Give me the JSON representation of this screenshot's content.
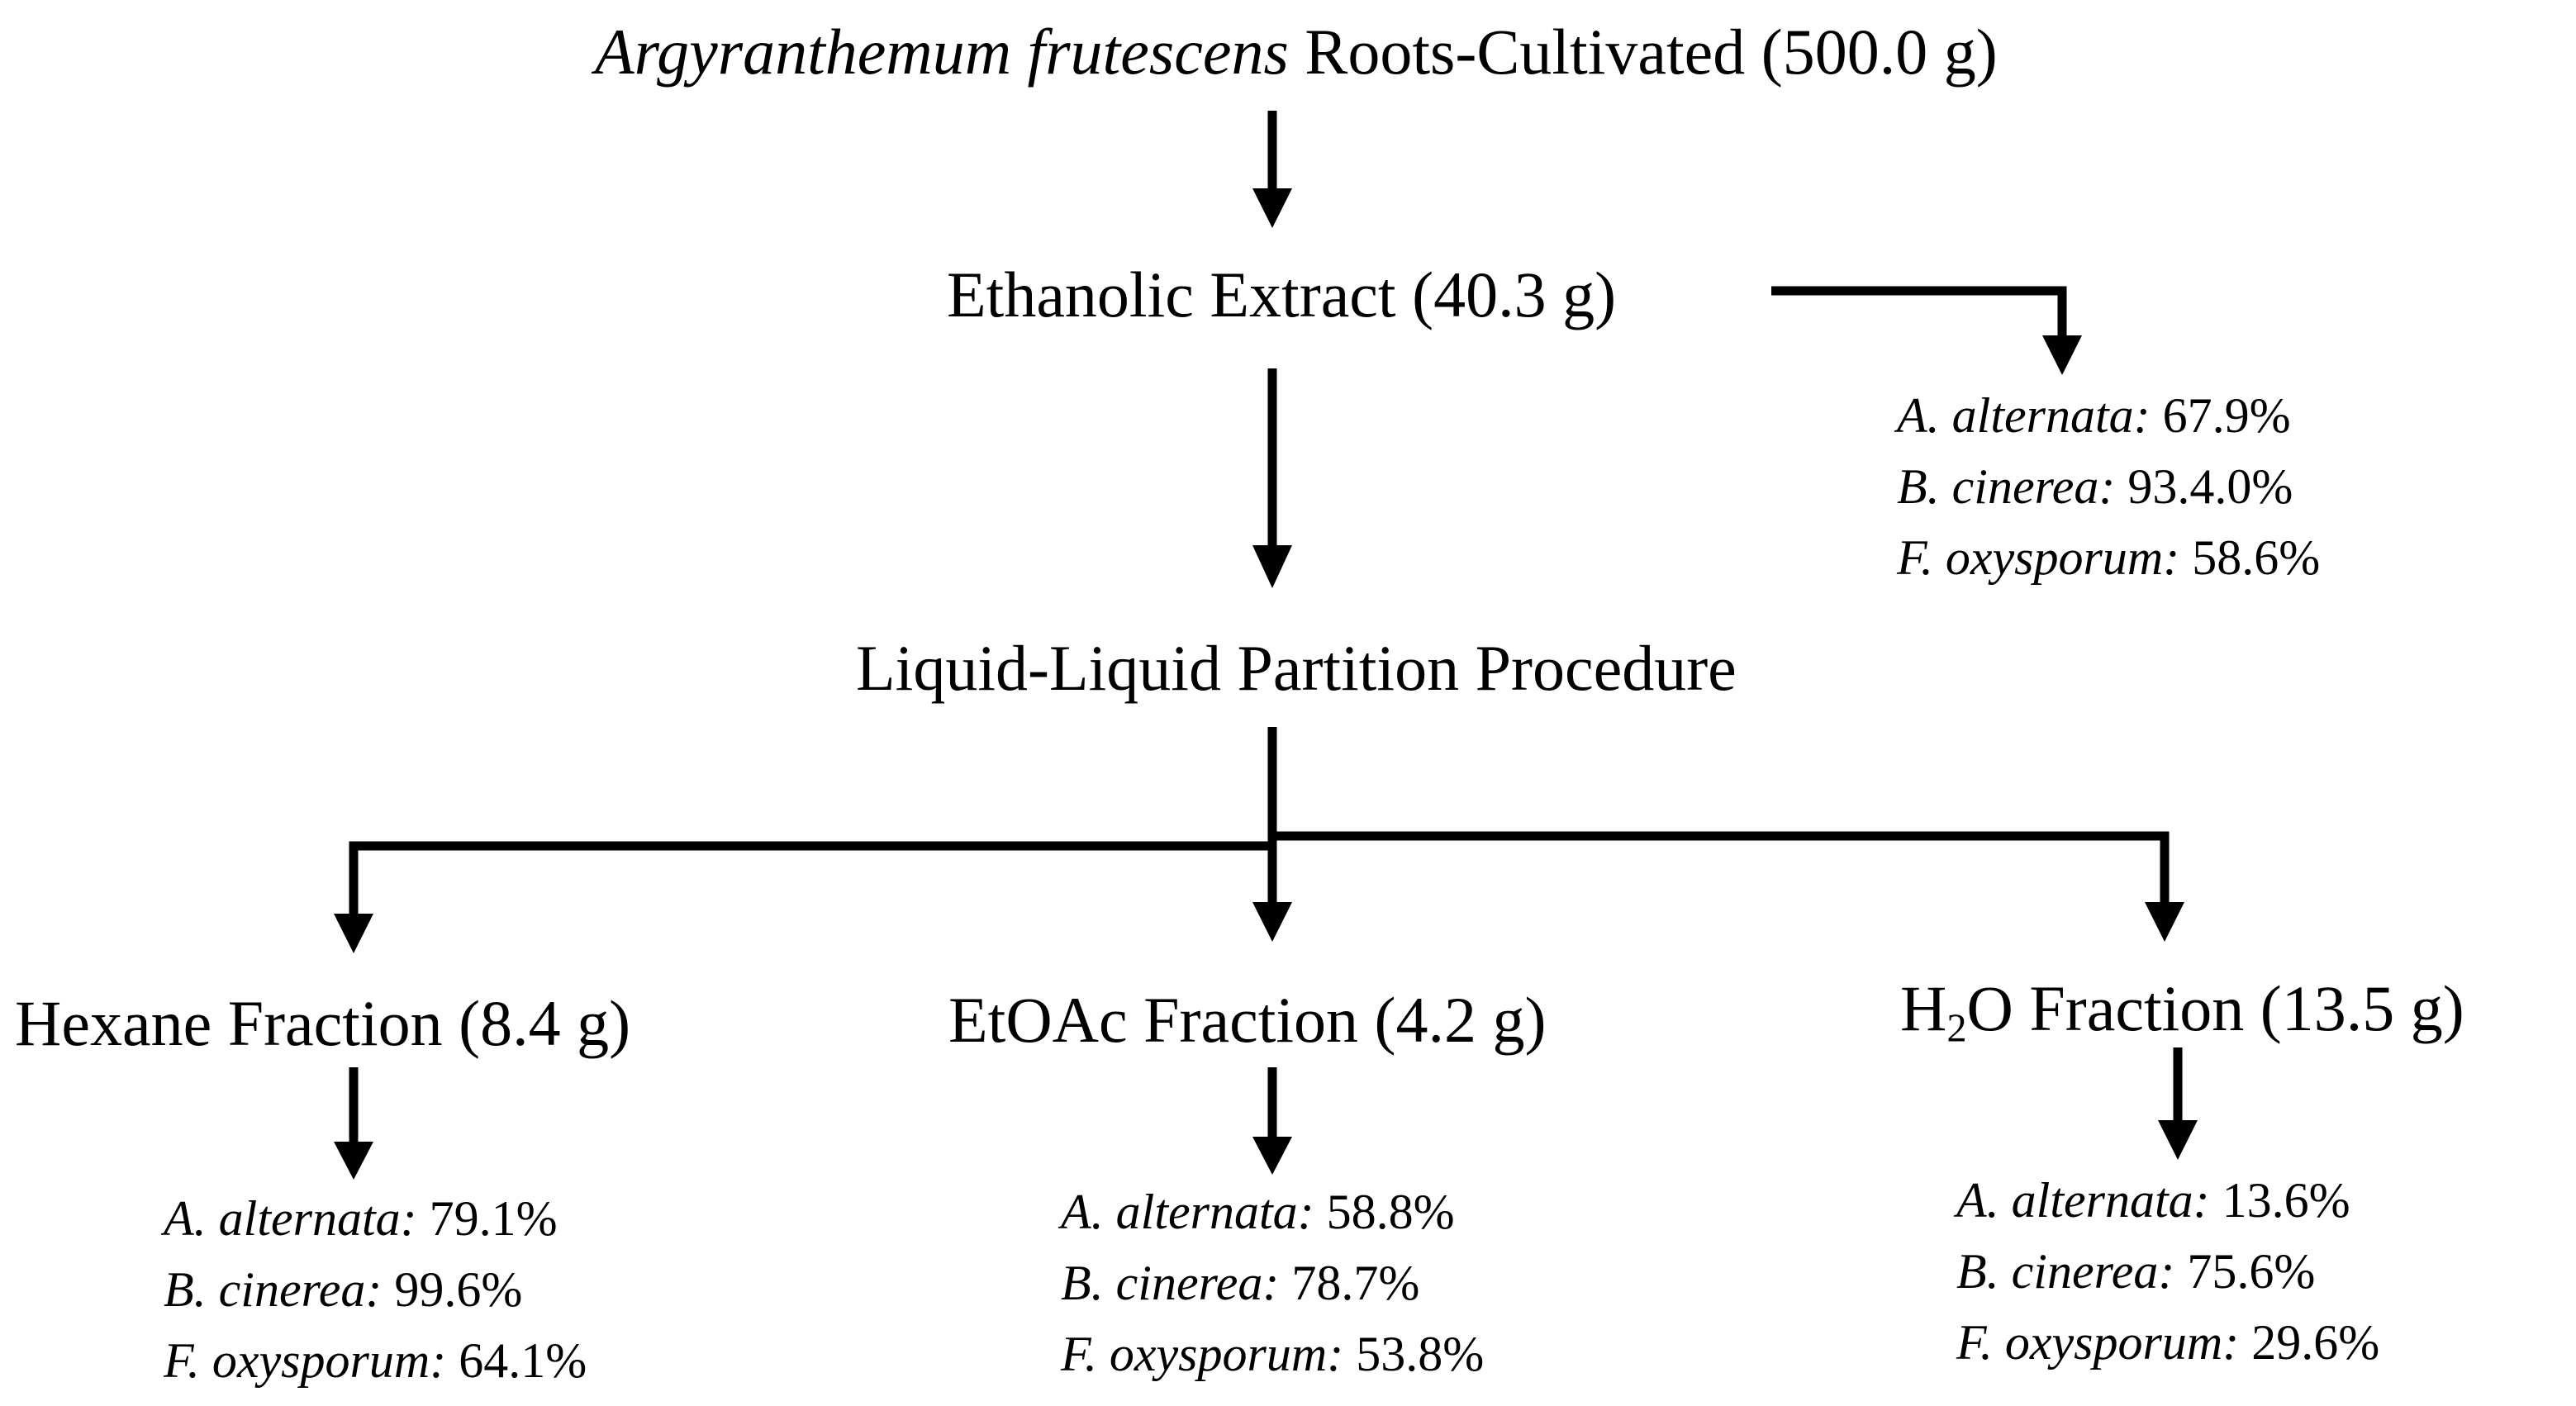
{
  "source": {
    "species": "Argyranthemum frutescens",
    "label": "Roots-Cultivated (500.0 g)"
  },
  "ethanolic_extract": {
    "label": "Ethanolic Extract (40.3 g)",
    "activity": [
      {
        "organism": "A. alternata:",
        "value": "67.9%"
      },
      {
        "organism": "B. cinerea:",
        "value": "93.4.0%"
      },
      {
        "organism": "F. oxysporum:",
        "value": "58.6%"
      }
    ]
  },
  "partition": {
    "label": "Liquid-Liquid Partition Procedure"
  },
  "fractions": {
    "hexane": {
      "label": "Hexane Fraction (8.4 g)",
      "activity": [
        {
          "organism": "A. alternata:",
          "value": "79.1%"
        },
        {
          "organism": "B. cinerea:",
          "value": "99.6%"
        },
        {
          "organism": "F. oxysporum:",
          "value": "64.1%"
        }
      ]
    },
    "etoac": {
      "label": "EtOAc Fraction (4.2 g)",
      "activity": [
        {
          "organism": "A. alternata:",
          "value": "58.8%"
        },
        {
          "organism": "B. cinerea:",
          "value": "78.7%"
        },
        {
          "organism": "F. oxysporum:",
          "value": "53.8%"
        }
      ]
    },
    "water": {
      "formula_h": "H",
      "formula_sub": "2",
      "formula_o": "O",
      "label_rest": " Fraction (13.5 g)",
      "activity": [
        {
          "organism": "A. alternata:",
          "value": "13.6%"
        },
        {
          "organism": "B. cinerea:",
          "value": "75.6%"
        },
        {
          "organism": "F. oxysporum:",
          "value": "29.6%"
        }
      ]
    }
  }
}
